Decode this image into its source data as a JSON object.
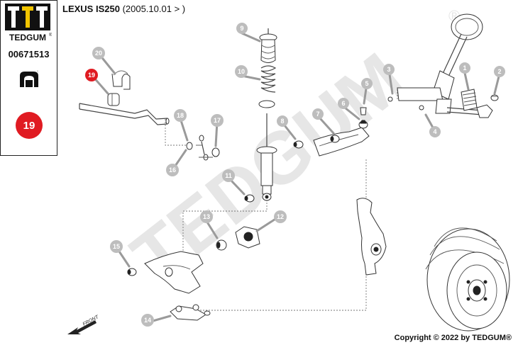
{
  "brand": {
    "name": "TEDGUM",
    "registered_mark": "®"
  },
  "sidebar": {
    "part_number": "00671513",
    "position_badge": "19"
  },
  "header": {
    "model": "LEXUS IS250",
    "date_range": "(2005.10.01 > )"
  },
  "watermark": {
    "text": "TEDGUM",
    "registered_mark": "®"
  },
  "direction_label": "FRONT",
  "callouts": [
    {
      "id": "1",
      "label": "1",
      "active": false
    },
    {
      "id": "2",
      "label": "2",
      "active": false
    },
    {
      "id": "3",
      "label": "3",
      "active": false
    },
    {
      "id": "4",
      "label": "4",
      "active": false
    },
    {
      "id": "5",
      "label": "5",
      "active": false
    },
    {
      "id": "6",
      "label": "6",
      "active": false
    },
    {
      "id": "7",
      "label": "7",
      "active": false
    },
    {
      "id": "8",
      "label": "8",
      "active": false
    },
    {
      "id": "9",
      "label": "9",
      "active": false
    },
    {
      "id": "10",
      "label": "10",
      "active": false
    },
    {
      "id": "11",
      "label": "11",
      "active": false
    },
    {
      "id": "12",
      "label": "12",
      "active": false
    },
    {
      "id": "13",
      "label": "13",
      "active": false
    },
    {
      "id": "14",
      "label": "14",
      "active": false
    },
    {
      "id": "15",
      "label": "15",
      "active": false
    },
    {
      "id": "16",
      "label": "16",
      "active": false
    },
    {
      "id": "17",
      "label": "17",
      "active": false
    },
    {
      "id": "18",
      "label": "18",
      "active": false
    },
    {
      "id": "19",
      "label": "19",
      "active": true
    },
    {
      "id": "20",
      "label": "20",
      "active": false
    }
  ],
  "footer": {
    "copyright": "Copyright © 2022 by TEDGUM®"
  },
  "colors": {
    "accent_red": "#e01b22",
    "callout_grey": "#bdbdbd",
    "brand_yellow": "#f2c500"
  }
}
